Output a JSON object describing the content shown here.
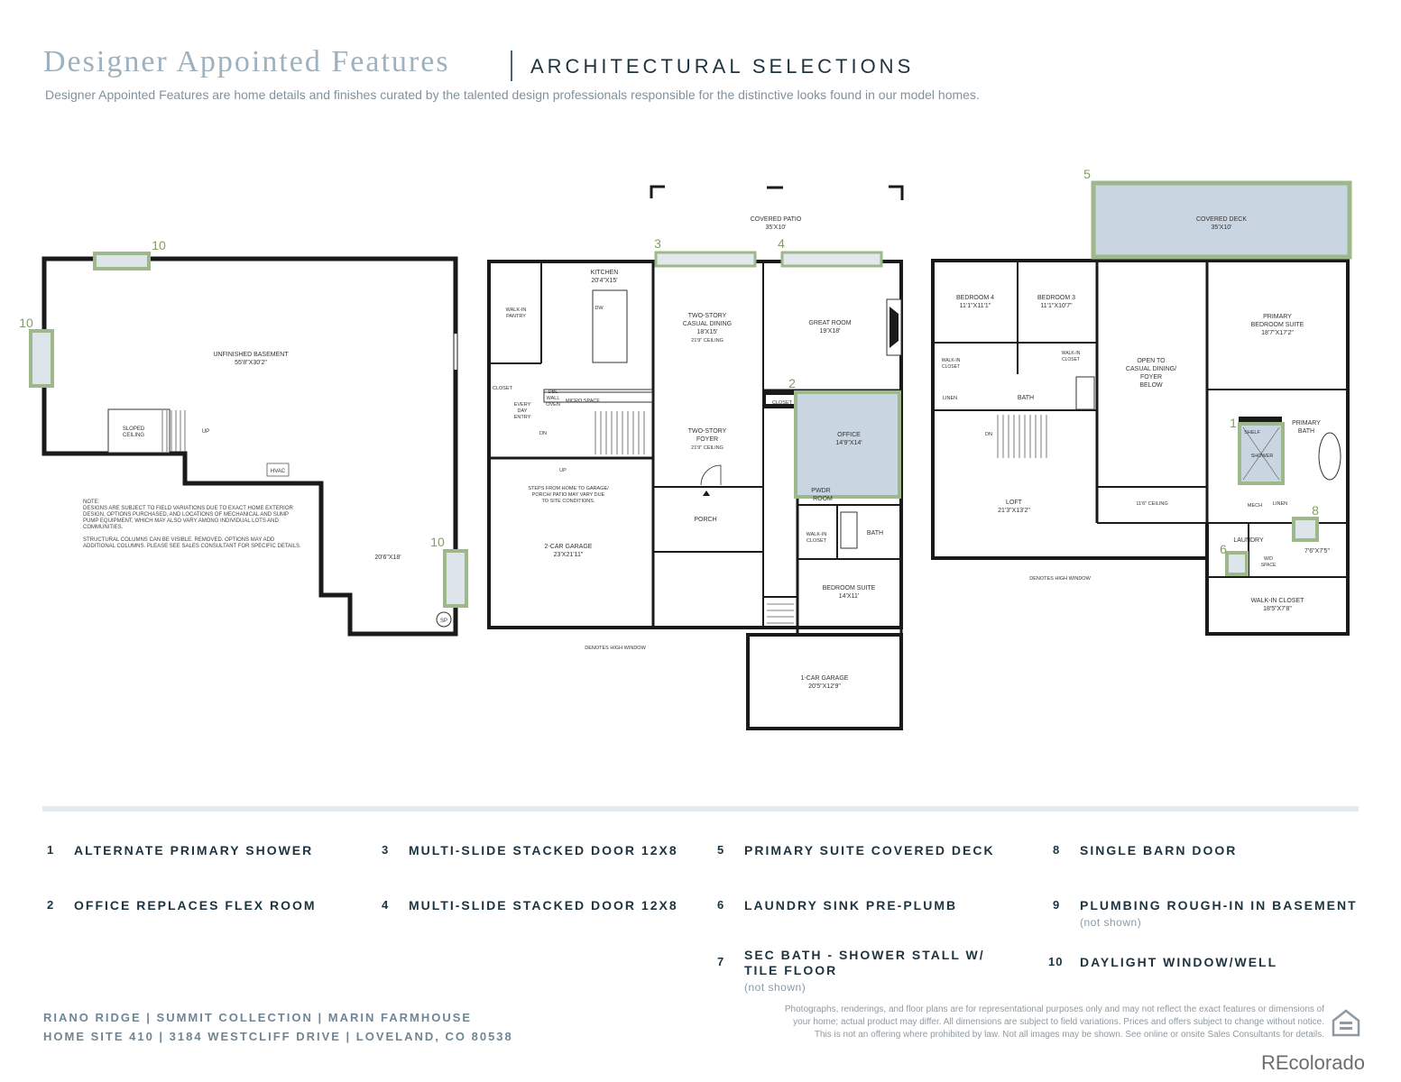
{
  "header": {
    "title": "Designer Appointed Features",
    "subtitle": "ARCHITECTURAL SELECTIONS",
    "tagline": "Designer Appointed Features are home details and finishes curated by the talented design professionals responsible for the distinctive looks found in our model homes."
  },
  "colors": {
    "accent_green": "#9db88a",
    "highlight_fill": "#c9d5e0",
    "wall": "#1a1a1a",
    "title_gray": "#9eb1bd",
    "navy": "#1d3340"
  },
  "basement": {
    "rooms": {
      "unfinished_name": "UNFINISHED BASEMENT",
      "unfinished_dim": "55'8\"X30'2\"",
      "secondary_dim": "20'6\"X18'",
      "sloped_1": "SLOPED",
      "sloped_2": "CEILING",
      "up": "UP",
      "hvac": "HVAC",
      "sp": "SP"
    },
    "note": [
      "NOTE:",
      "DESIGNS ARE SUBJECT TO FIELD VARIATIONS DUE TO EXACT HOME EXTERIOR",
      "DESIGN, OPTIONS PURCHASED, AND LOCATIONS OF MECHANICAL AND SUMP",
      "PUMP EQUIPMENT, WHICH MAY ALSO VARY AMONG INDIVIDUAL LOTS AND",
      "COMMUNITIES.",
      "STRUCTURAL COLUMNS CAN BE VISIBLE. REMOVED. OPTIONS MAY ADD",
      "ADDITIONAL COLUMNS. PLEASE SEE SALES CONSULTANT FOR SPECIFIC DETAILS."
    ],
    "markers": {
      "top": "10",
      "left": "10",
      "right": "10"
    }
  },
  "main_floor": {
    "patio_name": "COVERED PATIO",
    "patio_dim": "35'X10'",
    "kitchen_name": "KITCHEN",
    "kitchen_dim": "20'4\"X15'",
    "dining_1": "TWO-STORY",
    "dining_2": "CASUAL DINING",
    "dining_dim": "18'X15'",
    "dining_ceiling": "21'9\" CEILING",
    "great_name": "GREAT ROOM",
    "great_dim": "19'X18'",
    "pantry_1": "WALK-IN",
    "pantry_2": "PANTRY",
    "closet": "CLOSET",
    "everyday_1": "EVERY",
    "everyday_2": "DAY",
    "everyday_3": "ENTRY",
    "dbl_1": "DBL",
    "dbl_2": "WALL",
    "dbl_3": "OVEN",
    "micro": "MICRO SPACE",
    "dw": "DW",
    "dn": "DN",
    "up": "UP",
    "foyer_1": "TWO-STORY",
    "foyer_2": "FOYER",
    "foyer_ceiling": "21'9\" CEILING",
    "office_name": "OFFICE",
    "office_dim": "14'9\"X14'",
    "office_closet": "CLOSET",
    "pwdr_1": "PWDR",
    "pwdr_2": "ROOM",
    "steps_1": "STEPS FROM HOME TO GARAGE/",
    "steps_2": "PORCH/ PATIO MAY VARY DUE",
    "steps_3": "TO SITE CONDITIONS.",
    "garage2_name": "2-CAR GARAGE",
    "garage2_dim": "23'X21'11\"",
    "porch": "PORCH",
    "walkin_1": "WALK-IN",
    "walkin_2": "CLOSET",
    "bath": "BATH",
    "suite_name": "BEDROOM SUITE",
    "suite_dim": "14'X11'",
    "garage1_name": "1-CAR GARAGE",
    "garage1_dim": "20'5\"X12'9\"",
    "high_window": "DENOTES HIGH WINDOW",
    "markers": {
      "m2": "2",
      "m3": "3",
      "m4": "4"
    }
  },
  "upper_floor": {
    "deck_name": "COVERED DECK",
    "deck_dim": "35'X10'",
    "bed4_name": "BEDROOM 4",
    "bed4_dim": "11'1\"X11'1\"",
    "bed3_name": "BEDROOM 3",
    "bed3_dim": "11'1\"X10'7\"",
    "primary_1": "PRIMARY",
    "primary_2": "BEDROOM SUITE",
    "primary_dim": "18'7\"X17'2\"",
    "open_1": "OPEN TO",
    "open_2": "CASUAL DINING/",
    "open_3": "FOYER",
    "open_4": "BELOW",
    "walkin_1": "WALK-IN",
    "walkin_2": "CLOSET",
    "linen": "LINEN",
    "bath": "BATH",
    "pbath_1": "PRIMARY",
    "pbath_2": "BATH",
    "shelf": "SHELF",
    "shower": "SHOWER",
    "dn": "DN",
    "loft_name": "LOFT",
    "loft_dim": "21'3\"X13'2\"",
    "ceiling": "11'6\" CEILING",
    "mech": "MECH",
    "laundry": "LAUNDRY",
    "wd_1": "W/D",
    "wd_2": "SPACE",
    "small_dim": "7'6\"X7'5\"",
    "wic_name": "WALK-IN CLOSET",
    "wic_dim": "18'5\"X7'8\"",
    "high_window": "DENOTES HIGH WINDOW",
    "markers": {
      "m1": "1",
      "m5": "5",
      "m6": "6",
      "m8": "8"
    }
  },
  "features": [
    {
      "num": "1",
      "label": "ALTERNATE PRIMARY SHOWER",
      "note": ""
    },
    {
      "num": "2",
      "label": "OFFICE REPLACES FLEX ROOM",
      "note": ""
    },
    {
      "num": "3",
      "label": "MULTI-SLIDE STACKED DOOR 12X8",
      "note": ""
    },
    {
      "num": "4",
      "label": "MULTI-SLIDE STACKED DOOR 12X8",
      "note": ""
    },
    {
      "num": "5",
      "label": "PRIMARY SUITE COVERED DECK",
      "note": ""
    },
    {
      "num": "6",
      "label": "LAUNDRY SINK PRE-PLUMB",
      "note": ""
    },
    {
      "num": "7",
      "label": "SEC BATH - SHOWER STALL W/ TILE FLOOR",
      "note": "(not shown)"
    },
    {
      "num": "8",
      "label": "SINGLE BARN DOOR",
      "note": ""
    },
    {
      "num": "9",
      "label": "PLUMBING ROUGH-IN IN BASEMENT",
      "note": "(not shown)"
    },
    {
      "num": "10",
      "label": "DAYLIGHT WINDOW/WELL",
      "note": ""
    }
  ],
  "footer": {
    "line1": "RIANO RIDGE | SUMMIT COLLECTION | MARIN FARMHOUSE",
    "line2": "HOME SITE 410 | 3184 WESTCLIFF DRIVE | LOVELAND, CO 80538",
    "disclaimer_1": "Photographs, renderings, and floor plans are for representational purposes only and may not reflect the exact features or dimensions of",
    "disclaimer_2": "your home; actual product may differ. All dimensions are subject to field variations. Prices and offers subject to change without notice.",
    "disclaimer_3": "This is not an offering where prohibited by law. Not all images may be shown. See online or onsite Sales Consultants for details."
  },
  "eho_icon": "equal-housing-opportunity-icon",
  "watermark": "REcolorado"
}
